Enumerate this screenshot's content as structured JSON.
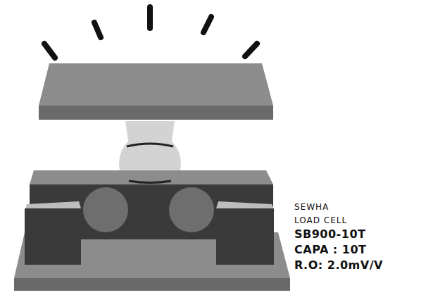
{
  "diagram": {
    "labels": [
      "SEWHA",
      "LOAD CELL",
      "SB900-10T",
      "CAPA : 10T",
      "R.O: 2.0mV/V"
    ]
  }
}
